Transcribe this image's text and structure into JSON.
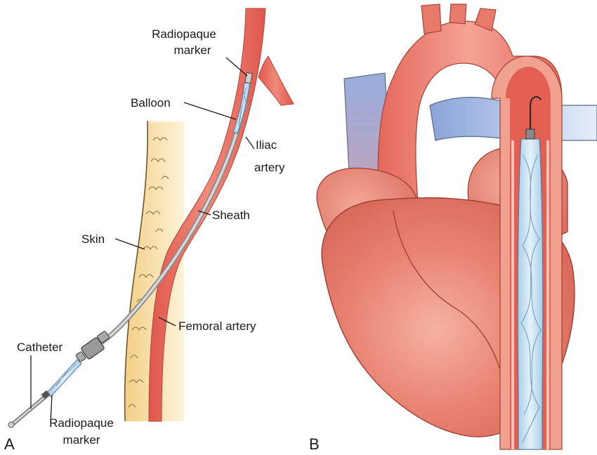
{
  "panel_a": {
    "letter": "A",
    "labels": {
      "radiopaque_marker_top_line1": "Radiopaque",
      "radiopaque_marker_top_line2": "marker",
      "balloon": "Balloon",
      "iliac_line1": "Iliac",
      "iliac_line2": "artery",
      "sheath": "Sheath",
      "skin": "Skin",
      "femoral_artery": "Femoral artery",
      "catheter": "Catheter",
      "radiopaque_marker_bottom_line1": "Radiopaque",
      "radiopaque_marker_bottom_line2": "marker"
    }
  },
  "panel_b": {
    "letter": "B"
  },
  "colors": {
    "artery": "#e8685c",
    "artery_light": "#f4a090",
    "skin": "#f6dca0",
    "vein": "#9ab0d8",
    "heart": "#e88474",
    "balloon": "#c4def0",
    "sheath": "#b4b4b4"
  }
}
